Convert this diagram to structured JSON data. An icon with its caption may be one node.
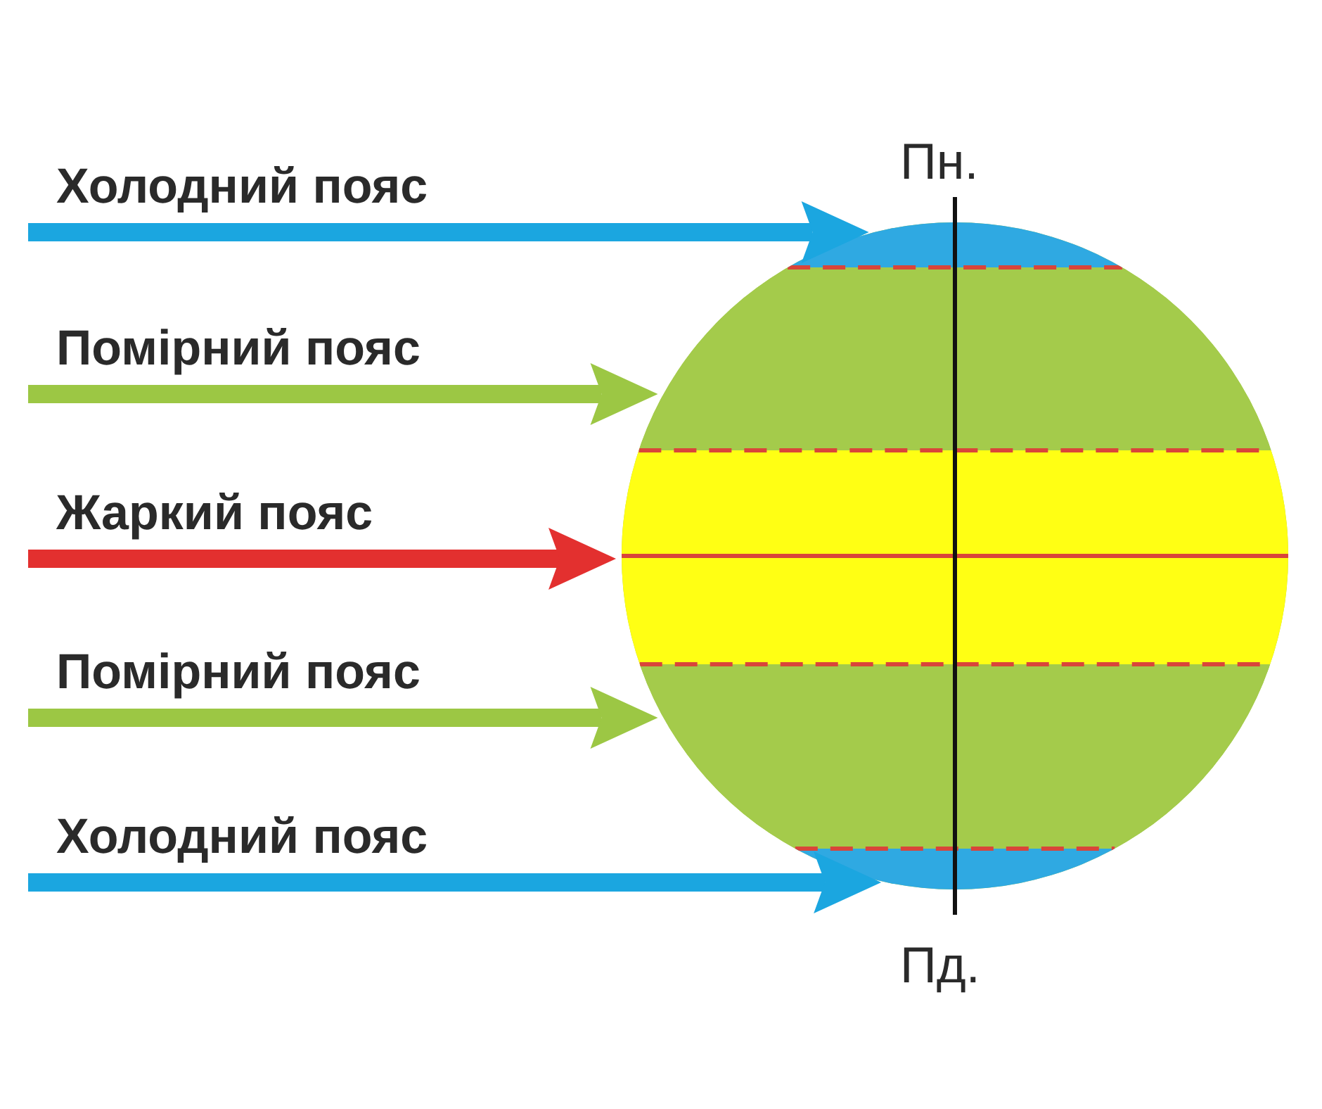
{
  "diagram": {
    "nodes": [
      {
        "text": [],
        "shape": "circle"
      },
      {
        "text": [],
        "shape": "band",
        "in": 0
      },
      {
        "text": [],
        "shape": "band",
        "in": 0
      },
      {
        "text": [],
        "shape": "band",
        "in": 0
      },
      {
        "text": [],
        "shape": "band",
        "in": 0
      },
      {
        "text": [],
        "shape": "band",
        "in": 0
      }
    ],
    "edges": [
      {
        "from": null,
        "to": 1,
        "arrow": "to",
        "label": "Холодний пояс",
        "color": "#1ba6e0"
      },
      {
        "from": null,
        "to": 2,
        "arrow": "to",
        "label": "Помірний пояс",
        "color": "#9cc744"
      },
      {
        "from": null,
        "to": 3,
        "arrow": "to",
        "label": "Жаркий пояс",
        "color": "#e3302f"
      },
      {
        "from": null,
        "to": 4,
        "arrow": "to",
        "label": "Помірний пояс",
        "color": "#9cc744"
      },
      {
        "from": null,
        "to": 5,
        "arrow": "to",
        "label": "Холодний пояс",
        "color": "#1ba6e0"
      }
    ],
    "labels": [
      "Пн.",
      "Пд."
    ]
  }
}
